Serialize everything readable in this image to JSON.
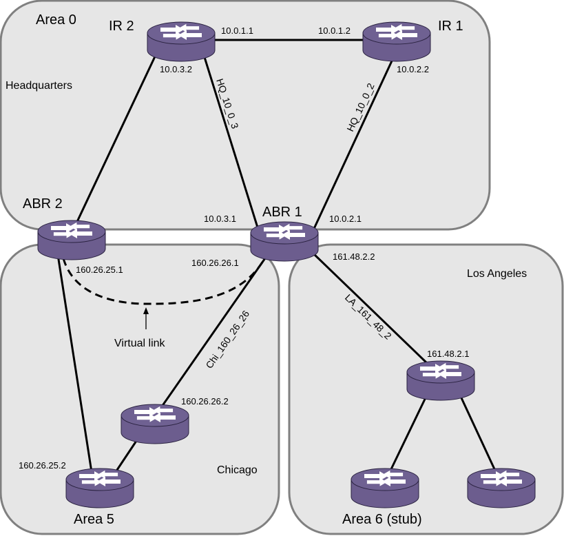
{
  "diagram": {
    "type": "network-topology",
    "areas": [
      {
        "id": "area0",
        "label": "Area 0",
        "region": "Headquarters"
      },
      {
        "id": "chicago",
        "label": "Area 5",
        "region": "Chicago"
      },
      {
        "id": "la",
        "label": "Area 6 (stub)",
        "region": "Los Angeles"
      }
    ],
    "routers": [
      {
        "id": "ir2",
        "name": "IR 2"
      },
      {
        "id": "ir1",
        "name": "IR 1"
      },
      {
        "id": "abr2",
        "name": "ABR 2"
      },
      {
        "id": "abr1",
        "name": "ABR 1"
      },
      {
        "id": "chi_mid",
        "name": ""
      },
      {
        "id": "chi_bottom",
        "name": ""
      },
      {
        "id": "la_mid",
        "name": ""
      },
      {
        "id": "la_left",
        "name": ""
      },
      {
        "id": "la_right",
        "name": ""
      }
    ],
    "interface_labels": {
      "ir2_to_ir1": "10.0.1.1",
      "ir1_to_ir2": "10.0.1.2",
      "ir2_down": "10.0.3.2",
      "ir1_down": "10.0.2.2",
      "abr1_to_ir2": "10.0.3.1",
      "abr1_to_ir1": "10.0.2.1",
      "abr2_chicago": "160.26.25.1",
      "abr1_chicago": "160.26.26.1",
      "abr1_la": "161.48.2.2",
      "la_mid": "161.48.2.1",
      "chi_mid": "160.26.26.2",
      "chi_bottom": "160.26.25.2"
    },
    "link_names": {
      "hq_10_0_3": "HQ_10_0_3",
      "hq_10_0_2": "HQ_10_0_2",
      "chi": "Chi_160_26_26",
      "la": "LA_161_48_2"
    },
    "virtual_link_label": "Virtual link"
  }
}
